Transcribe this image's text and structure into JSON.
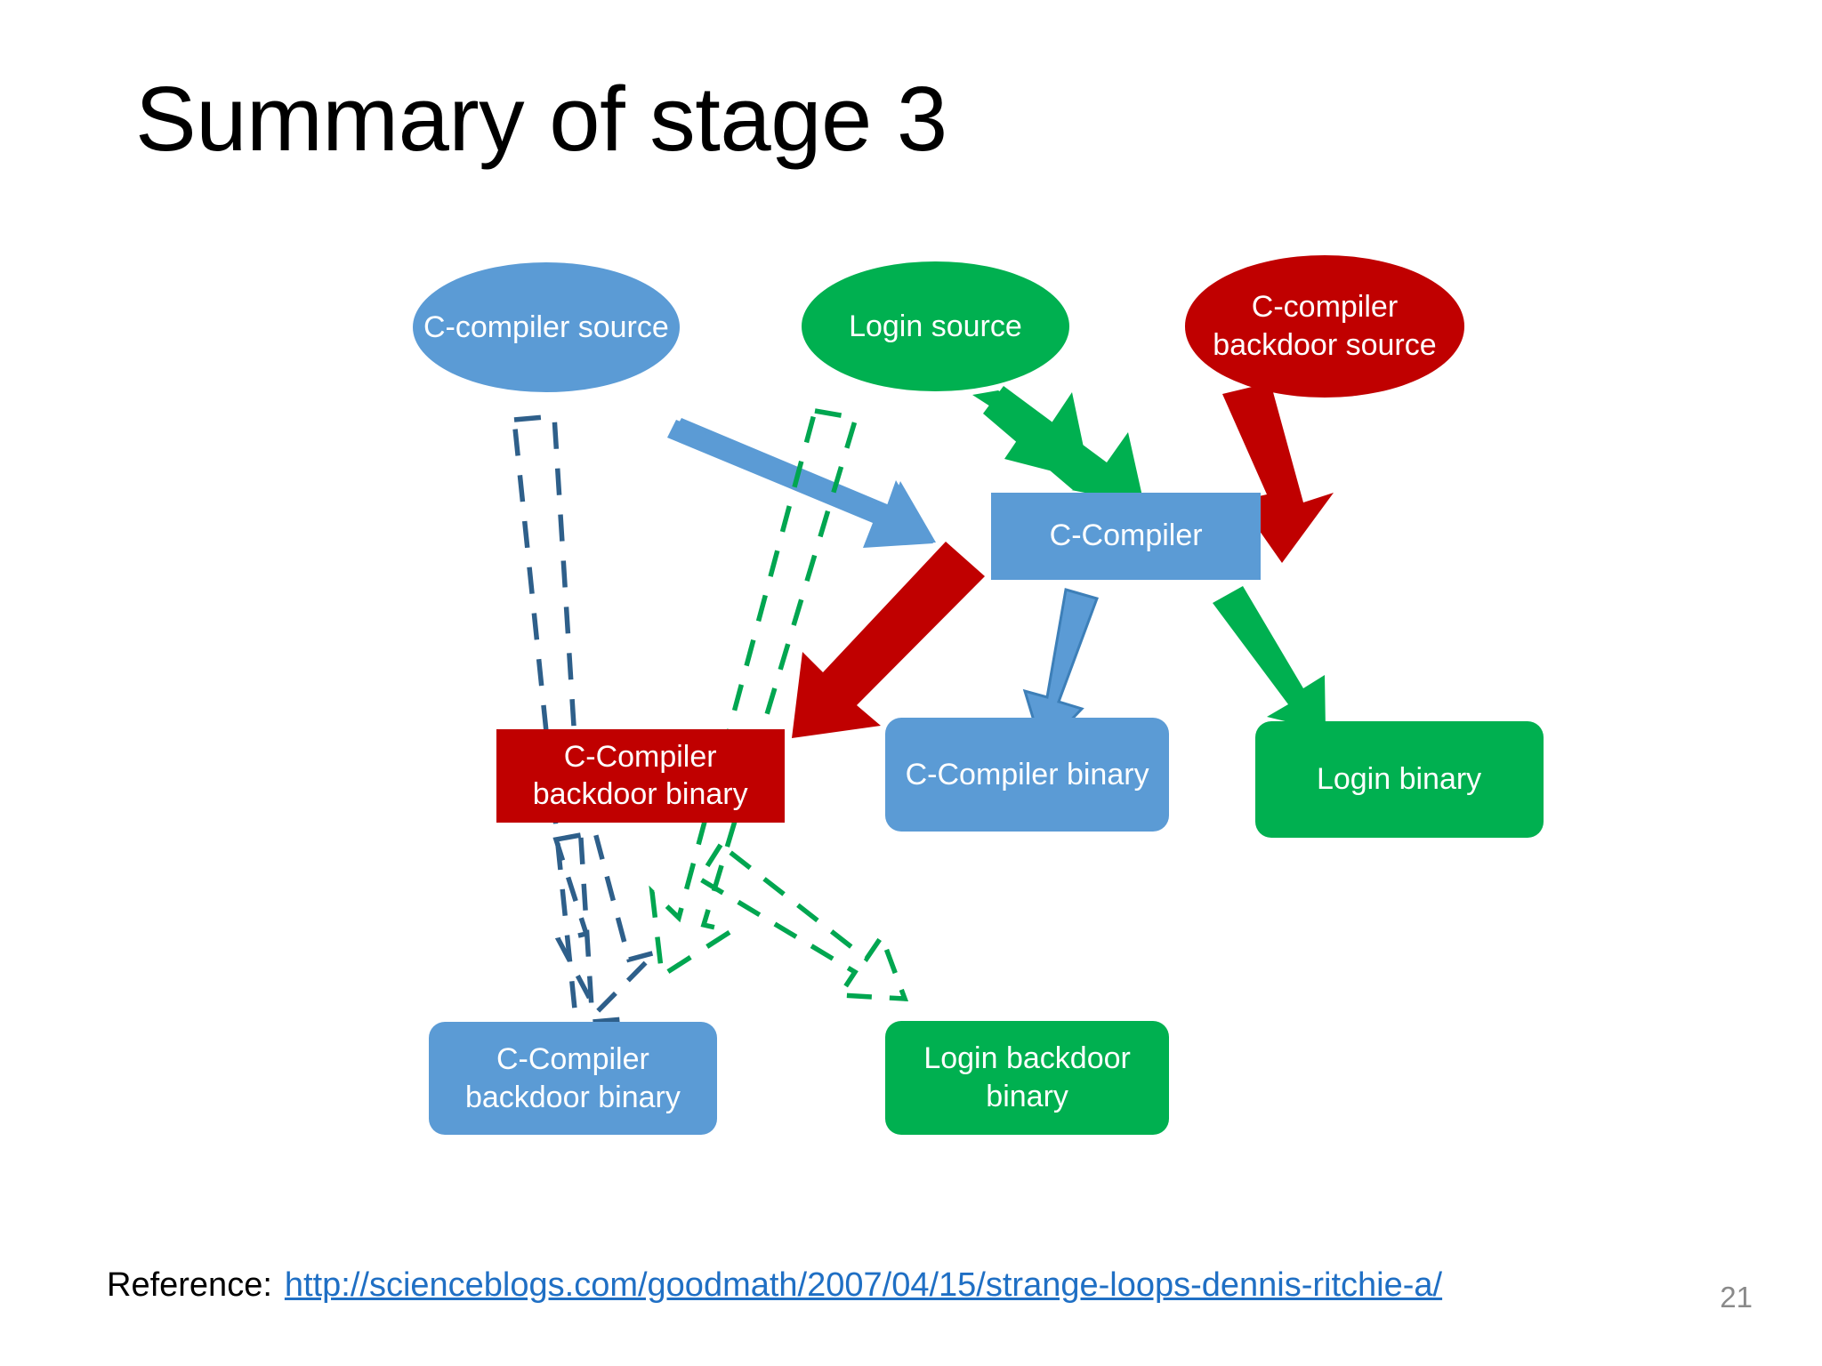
{
  "slide": {
    "title": "Summary of stage 3",
    "page_number": "21",
    "background_color": "#FFFFFF"
  },
  "palette": {
    "blue": "#5B9BD5",
    "green": "#00B050",
    "red": "#C00000",
    "dashed_blue": "#2E5F8A",
    "dashed_green": "#00A650",
    "link_blue": "#1F6FC4",
    "page_number_gray": "#8A8A8A"
  },
  "nodes": {
    "c_compiler_source": {
      "label": "C-compiler source",
      "shape": "ellipse",
      "color": "#5B9BD5"
    },
    "login_source": {
      "label": "Login source",
      "shape": "ellipse",
      "color": "#00B050"
    },
    "c_compiler_backdoor_source": {
      "label": "C-compiler backdoor source",
      "shape": "ellipse",
      "color": "#C00000"
    },
    "c_compiler": {
      "label": "C-Compiler",
      "shape": "rectangle",
      "color": "#5B9BD5"
    },
    "c_compiler_backdoor_binary_red": {
      "label": "C-Compiler backdoor binary",
      "shape": "rectangle",
      "color": "#C00000"
    },
    "c_compiler_binary": {
      "label": "C-Compiler binary",
      "shape": "rounded-rectangle",
      "color": "#5B9BD5"
    },
    "login_binary": {
      "label": "Login binary",
      "shape": "rounded-rectangle",
      "color": "#00B050"
    },
    "c_compiler_backdoor_binary_blue": {
      "label": "C-Compiler backdoor binary",
      "shape": "rounded-rectangle",
      "color": "#5B9BD5"
    },
    "login_backdoor_binary": {
      "label": "Login backdoor binary",
      "shape": "rounded-rectangle",
      "color": "#00B050"
    }
  },
  "edges": [
    {
      "name": "c-compiler-source-to-c-compiler",
      "from": "c_compiler_source",
      "to": "c_compiler",
      "style": "solid",
      "color": "#5B9BD5"
    },
    {
      "name": "c-compiler-source-to-c-compiler-backdoor-binary",
      "from": "c_compiler_source",
      "to": "c_compiler_backdoor_binary_red",
      "style": "dashed",
      "color": "#2E5F8A"
    },
    {
      "name": "login-source-to-c-compiler",
      "from": "login_source",
      "to": "c_compiler",
      "style": "solid",
      "color": "#00B050"
    },
    {
      "name": "login-source-to-c-compiler-backdoor-binary",
      "from": "login_source",
      "to": "c_compiler_backdoor_binary_red",
      "style": "dashed",
      "color": "#00A650"
    },
    {
      "name": "backdoor-source-to-c-compiler",
      "from": "c_compiler_backdoor_source",
      "to": "c_compiler",
      "style": "solid",
      "color": "#C00000"
    },
    {
      "name": "c-compiler-to-backdoor-binary",
      "from": "c_compiler",
      "to": "c_compiler_backdoor_binary_red",
      "style": "solid",
      "color": "#C00000"
    },
    {
      "name": "c-compiler-to-c-compiler-binary",
      "from": "c_compiler",
      "to": "c_compiler_binary",
      "style": "solid",
      "color": "#5B9BD5"
    },
    {
      "name": "c-compiler-to-login-binary",
      "from": "c_compiler",
      "to": "login_binary",
      "style": "solid",
      "color": "#00B050"
    },
    {
      "name": "backdoor-binary-to-c-compiler-backdoor-binary",
      "from": "c_compiler_backdoor_binary_red",
      "to": "c_compiler_backdoor_binary_blue",
      "style": "dashed",
      "color": "#2E5F8A"
    },
    {
      "name": "backdoor-binary-to-login-backdoor-binary",
      "from": "c_compiler_backdoor_binary_red",
      "to": "login_backdoor_binary",
      "style": "dashed",
      "color": "#00A650"
    }
  ],
  "footer": {
    "reference_label": "Reference:",
    "reference_url": "http://scienceblogs.com/goodmath/2007/04/15/strange-loops-dennis-ritchie-a/"
  }
}
